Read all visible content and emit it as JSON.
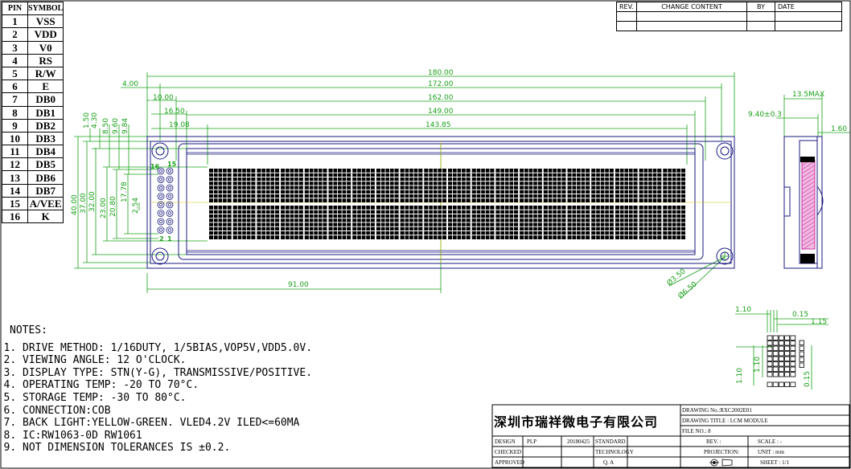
{
  "pin_table": {
    "header": {
      "pin": "PIN",
      "symbol": "SYMBOL"
    },
    "rows": [
      {
        "pin": "1",
        "symbol": "VSS"
      },
      {
        "pin": "2",
        "symbol": "VDD"
      },
      {
        "pin": "3",
        "symbol": "V0"
      },
      {
        "pin": "4",
        "symbol": "RS"
      },
      {
        "pin": "5",
        "symbol": "R/W"
      },
      {
        "pin": "6",
        "symbol": "E"
      },
      {
        "pin": "7",
        "symbol": "DB0"
      },
      {
        "pin": "8",
        "symbol": "DB1"
      },
      {
        "pin": "9",
        "symbol": "DB2"
      },
      {
        "pin": "10",
        "symbol": "DB3"
      },
      {
        "pin": "11",
        "symbol": "DB4"
      },
      {
        "pin": "12",
        "symbol": "DB5"
      },
      {
        "pin": "13",
        "symbol": "DB6"
      },
      {
        "pin": "14",
        "symbol": "DB7"
      },
      {
        "pin": "15",
        "symbol": "A/VEE"
      },
      {
        "pin": "16",
        "symbol": "K"
      }
    ]
  },
  "revision_table": {
    "rev": "REV.",
    "change": "CHANGE CONTENT",
    "by": "BY",
    "date": "DATE"
  },
  "dimensions": {
    "top": [
      "180.00",
      "172.00",
      "162.00",
      "149.00",
      "143.85"
    ],
    "left_offsets": [
      "4.00",
      "10.00",
      "16.50",
      "19.08"
    ],
    "vertical": [
      "40.00",
      "37.00",
      "32.00",
      "23.00",
      "20.80",
      "17.78",
      "2.54"
    ],
    "small_vertical": [
      "1.50",
      "4.30",
      "8.50",
      "9.60",
      "9.84"
    ],
    "bottom": "91.00",
    "holes": [
      "Ø3.50",
      "Ø6.50"
    ],
    "side": [
      "13.5MAX",
      "9.40±0.3",
      "1.60"
    ],
    "pixel_detail": [
      "1.10",
      "0.15",
      "1.15",
      "1.10",
      "1.10",
      "0.15"
    ],
    "connector": {
      "p16": "16",
      "p15": "15",
      "p2": "2",
      "p1": "1"
    }
  },
  "display": {
    "columns": 20,
    "rows": 2
  },
  "notes": {
    "title": "NOTES:",
    "items": [
      "DRIVE METHOD: 1/16DUTY, 1/5BIAS,VOP5V,VDD5.0V.",
      "VIEWING ANGLE: 12 O'CLOCK.",
      "DISPLAY TYPE: STN(Y-G), TRANSMISSIVE/POSITIVE.",
      "OPERATING TEMP: -20 TO 70°C.",
      "STORAGE TEMP: -30 TO 80°C.",
      "CONNECTION:COB",
      "BACK LIGHT:YELLOW-GREEN. VLED4.2V ILED<=60MA",
      "IC:RW1063-0D    RW1061",
      "NOT DIMENSION TOLERANCES IS ±0.2."
    ]
  },
  "title_block": {
    "company": "深圳市瑞祥微电子有限公司",
    "drawing_no": "DRAWING No.:RXC2002E01",
    "drawing_title": "DRAWING TITLE : LCM MODULE",
    "file_no": "FILE NO.: 8",
    "design": "DESIGN",
    "designer": "PLP",
    "date": "20180425",
    "standard": "STANDARD",
    "checked": "CHECKED",
    "technology": "TECHNOLOGY",
    "approved": "APPROVED",
    "qa": "Q. A",
    "rev": "REV. :",
    "scale": "SCALE : -",
    "projection": "PROJECTION:",
    "unit": "UNIT : mm",
    "sheet": "SHEET : 1/1"
  },
  "colors": {
    "outline": "#1a1a80",
    "dimension": "#18a018",
    "line": "#000000",
    "accent": "#cc2fa0"
  }
}
